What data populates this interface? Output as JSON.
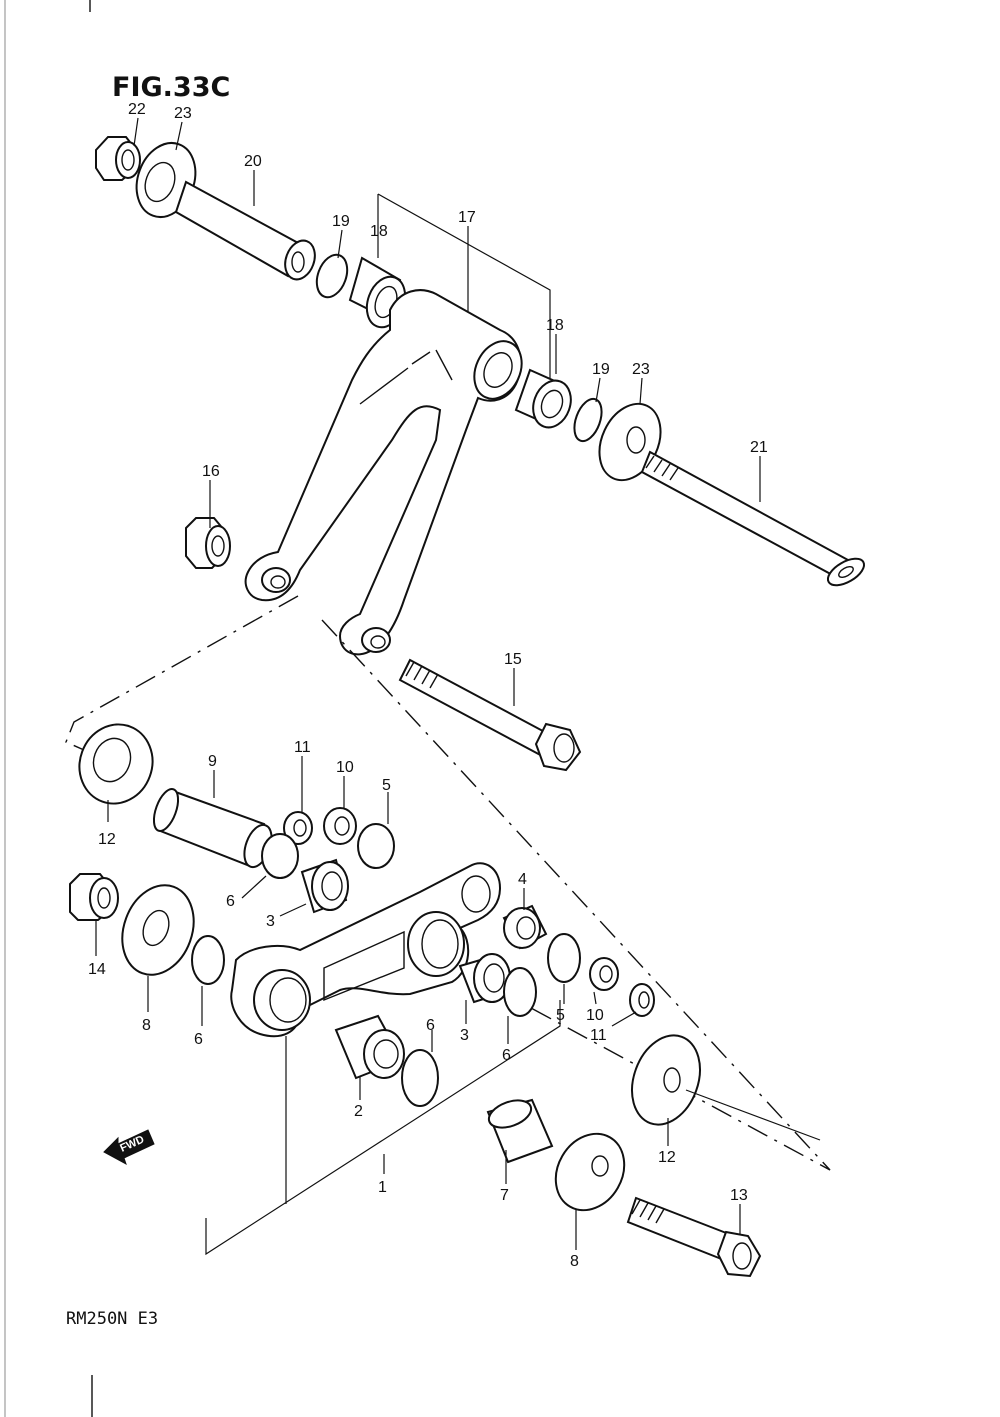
{
  "figure_title": "FIG.33C",
  "model_code": "RM250N E3",
  "fwd_label": "FWD",
  "callouts": [
    "22",
    "23",
    "20",
    "19",
    "18",
    "17",
    "18",
    "19",
    "23",
    "21",
    "16",
    "15",
    "11",
    "10",
    "5",
    "9",
    "12",
    "6",
    "3",
    "4",
    "14",
    "8",
    "6",
    "3",
    "6",
    "5",
    "10",
    "11",
    "2",
    "6",
    "12",
    "1",
    "7",
    "13",
    "8"
  ]
}
